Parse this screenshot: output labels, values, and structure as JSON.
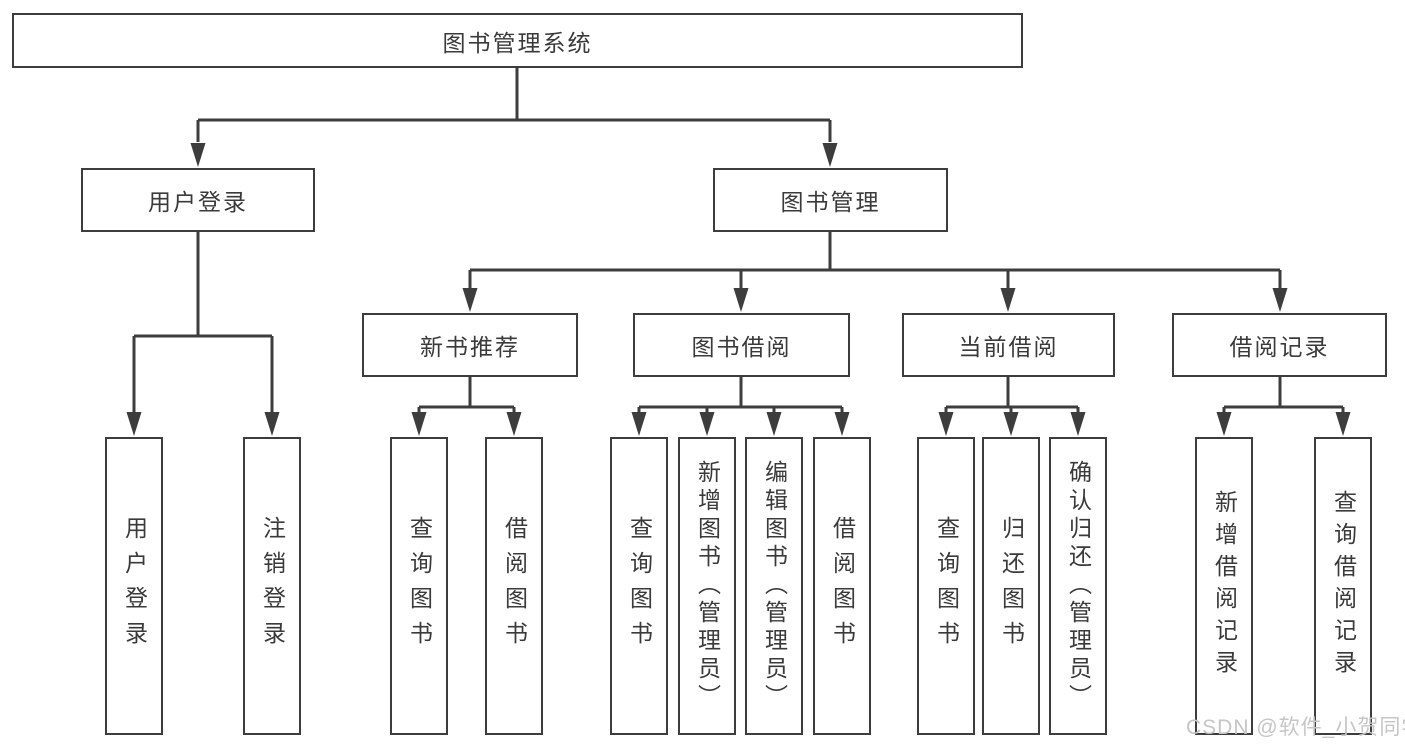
{
  "title": {
    "label": "图书管理系统"
  },
  "level2": [
    {
      "label": "用户登录"
    },
    {
      "label": "图书管理"
    }
  ],
  "level3": [
    {
      "label": "新书推荐"
    },
    {
      "label": "图书借阅"
    },
    {
      "label": "当前借阅"
    },
    {
      "label": "借阅记录"
    }
  ],
  "leaves": {
    "user_login": [
      {
        "label": "用户登录"
      },
      {
        "label": "注销登录"
      }
    ],
    "new_books": [
      {
        "label": "查询图书"
      },
      {
        "label": "借阅图书"
      }
    ],
    "book_borrow": [
      {
        "label": "查询图书"
      },
      {
        "label": "新增图书（管理员）"
      },
      {
        "label": "编辑图书（管理员）"
      },
      {
        "label": "借阅图书"
      }
    ],
    "current_borrow": [
      {
        "label": "查询图书"
      },
      {
        "label": "归还图书"
      },
      {
        "label": "确认归还（管理员）"
      }
    ],
    "borrow_records": [
      {
        "label": "新增借阅记录"
      },
      {
        "label": "查询借阅记录"
      }
    ]
  },
  "watermark": {
    "text": "CSDN @软件_小贺同学"
  },
  "colors": {
    "line": "#3d3d3d",
    "text": "#3a3a3a",
    "watermark": "#c6c6c6",
    "background": "#ffffff"
  }
}
